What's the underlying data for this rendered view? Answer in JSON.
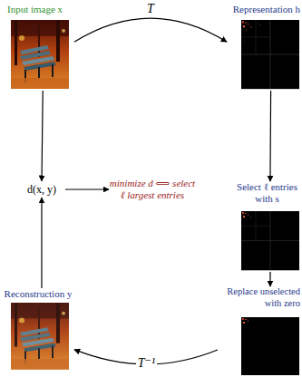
{
  "diagram": {
    "nodes": [
      {
        "text": [
          "Input image x"
        ]
      },
      {
        "text": [
          "Representation h"
        ]
      },
      {
        "text": [
          "Select ℓ entries with s"
        ]
      },
      {
        "text": [
          "Replace unselected with zero"
        ]
      },
      {
        "text": [
          "Reconstruction y"
        ]
      },
      {
        "text": [
          "d(x, y)"
        ]
      },
      {
        "text": [
          "minimize d ⟺ select ℓ largest entries"
        ]
      }
    ],
    "edges": [
      {
        "from": 0,
        "to": 1,
        "label": "T",
        "arrow": "to"
      },
      {
        "from": 1,
        "to": 2,
        "arrow": "to"
      },
      {
        "from": 2,
        "to": 3,
        "arrow": "to"
      },
      {
        "from": 3,
        "to": 4,
        "label": "T⁻¹",
        "arrow": "to"
      },
      {
        "from": 4,
        "to": 5,
        "arrow": "to"
      },
      {
        "from": 0,
        "to": 5,
        "arrow": "to"
      },
      {
        "from": 5,
        "to": 6,
        "arrow": "to"
      }
    ]
  }
}
